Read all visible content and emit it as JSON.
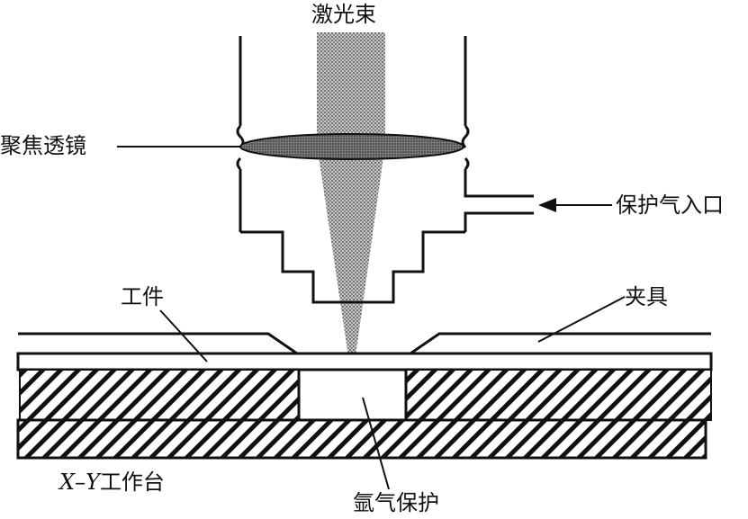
{
  "labels": {
    "laser_beam": "激光束",
    "focus_lens": "聚焦透镜",
    "shield_gas_inlet": "保护气入口",
    "workpiece": "工件",
    "clamp": "夹具",
    "xy_table_prefix": "X–Y",
    "xy_table_suffix": "工作台",
    "argon_protection": "氩气保护"
  },
  "colors": {
    "line": "#111111",
    "beam_fill": "#9a9a9a",
    "lens_fill": "#8a8a8a"
  }
}
